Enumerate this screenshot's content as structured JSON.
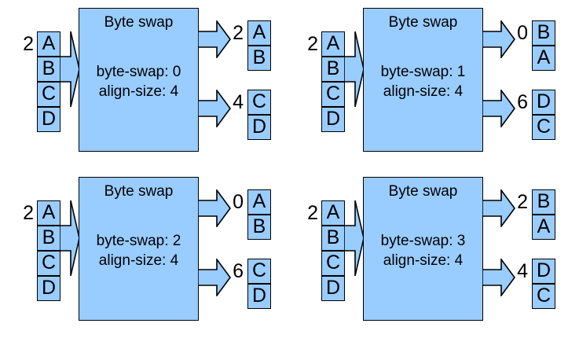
{
  "diagram": {
    "title": "Byte swap",
    "colors": {
      "fill": "#99CCFF",
      "stroke": "#000000",
      "background": "#ffffff"
    },
    "input": {
      "count_label": "2",
      "bytes": [
        "A",
        "B",
        "C",
        "D"
      ]
    },
    "panels": [
      {
        "id": "byte-swap-0",
        "title": "Byte swap",
        "param_byte_swap": "byte-swap: 0",
        "param_align_size": "align-size: 4",
        "input_count": "2",
        "input_bytes": [
          "A",
          "B",
          "C",
          "D"
        ],
        "outputs": [
          {
            "count_label": "2",
            "bytes": [
              "A",
              "B"
            ]
          },
          {
            "count_label": "4",
            "bytes": [
              "C",
              "D"
            ]
          }
        ]
      },
      {
        "id": "byte-swap-1",
        "title": "Byte swap",
        "param_byte_swap": "byte-swap: 1",
        "param_align_size": "align-size: 4",
        "input_count": "2",
        "input_bytes": [
          "A",
          "B",
          "C",
          "D"
        ],
        "outputs": [
          {
            "count_label": "0",
            "bytes": [
              "B",
              "A"
            ]
          },
          {
            "count_label": "6",
            "bytes": [
              "D",
              "C"
            ]
          }
        ]
      },
      {
        "id": "byte-swap-2",
        "title": "Byte swap",
        "param_byte_swap": "byte-swap: 2",
        "param_align_size": "align-size: 4",
        "input_count": "2",
        "input_bytes": [
          "A",
          "B",
          "C",
          "D"
        ],
        "outputs": [
          {
            "count_label": "0",
            "bytes": [
              "A",
              "B"
            ]
          },
          {
            "count_label": "6",
            "bytes": [
              "C",
              "D"
            ]
          }
        ]
      },
      {
        "id": "byte-swap-3",
        "title": "Byte swap",
        "param_byte_swap": "byte-swap: 3",
        "param_align_size": "align-size: 4",
        "input_count": "2",
        "input_bytes": [
          "A",
          "B",
          "C",
          "D"
        ],
        "outputs": [
          {
            "count_label": "2",
            "bytes": [
              "B",
              "A"
            ]
          },
          {
            "count_label": "4",
            "bytes": [
              "D",
              "C"
            ]
          }
        ]
      }
    ]
  }
}
